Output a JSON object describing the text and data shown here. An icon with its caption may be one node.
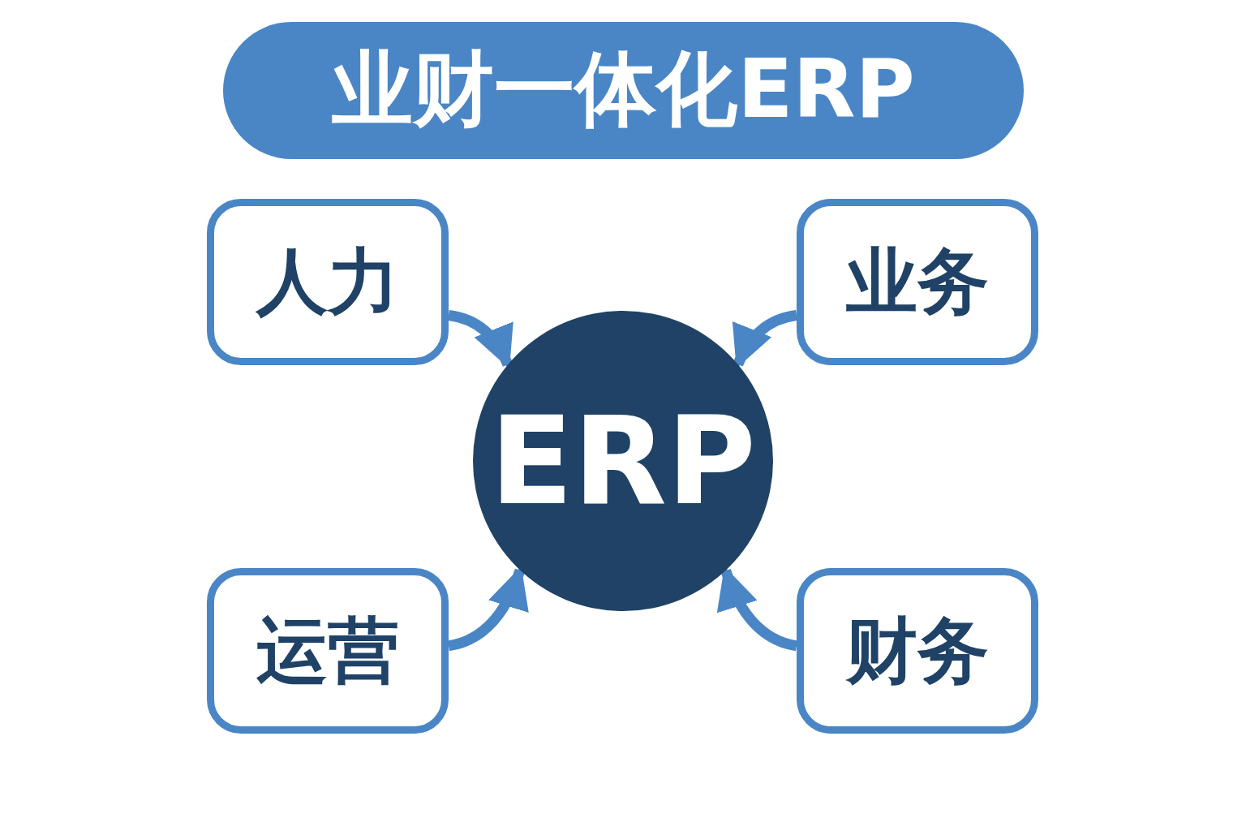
{
  "diagram": {
    "title": "业财一体化ERP",
    "nodes": [
      {
        "text": [
          "人力"
        ]
      },
      {
        "text": [
          "业务"
        ]
      },
      {
        "text": [
          "ERP"
        ]
      },
      {
        "text": [
          "运营"
        ]
      },
      {
        "text": [
          "财务"
        ]
      }
    ],
    "edges": [
      {
        "from": 0,
        "to": 2,
        "arrow": "to"
      },
      {
        "from": 1,
        "to": 2,
        "arrow": "to"
      },
      {
        "from": 3,
        "to": 2,
        "arrow": "to"
      },
      {
        "from": 4,
        "to": 2,
        "arrow": "to"
      }
    ]
  }
}
